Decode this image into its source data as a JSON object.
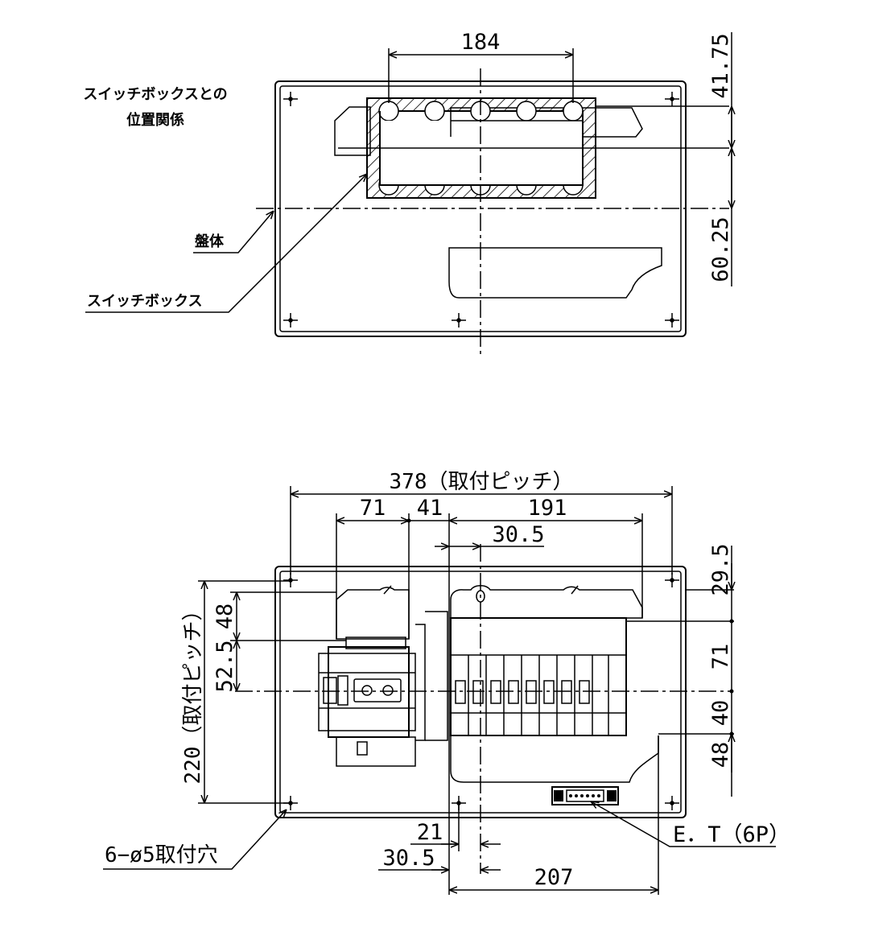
{
  "top_view": {
    "title_line1": "スイッチボックスとの",
    "title_line2": "位置関係",
    "label_panel": "盤体",
    "label_switchbox": "スイッチボックス",
    "dim_width_184": "184",
    "dim_41_75": "41.75",
    "dim_60_25": "60.25"
  },
  "front_view": {
    "dim_378": "378（取付ピッチ）",
    "dim_71": "71",
    "dim_41": "41",
    "dim_191": "191",
    "dim_30_5_top": "30.5",
    "dim_29_5": "29.5",
    "dim_48_left": "48",
    "dim_52_5": "52.5",
    "dim_220": "220（取付ピッチ）",
    "dim_71_right": "71",
    "dim_40": "40",
    "dim_48_right": "48",
    "dim_21": "21",
    "dim_30_5_bottom": "30.5",
    "dim_207": "207",
    "label_mount_holes": "6−ø5取付穴",
    "label_et": "E．T（6P）"
  }
}
